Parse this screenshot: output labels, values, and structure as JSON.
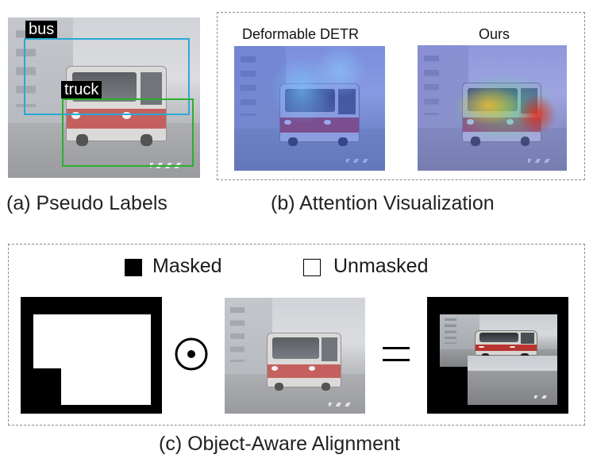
{
  "panel_a": {
    "caption": "(a) Pseudo Labels",
    "boxes": [
      {
        "label": "bus",
        "color": "#29a9d6"
      },
      {
        "label": "truck",
        "color": "#2bb02b"
      }
    ]
  },
  "panel_b": {
    "caption": "(b) Attention Visualization",
    "left_title": "Deformable DETR",
    "right_title": "Ours"
  },
  "panel_c": {
    "caption": "(c) Object-Aware Alignment",
    "legend": {
      "masked": "Masked",
      "unmasked": "Unmasked"
    },
    "operator": "⊙",
    "equals": "="
  }
}
